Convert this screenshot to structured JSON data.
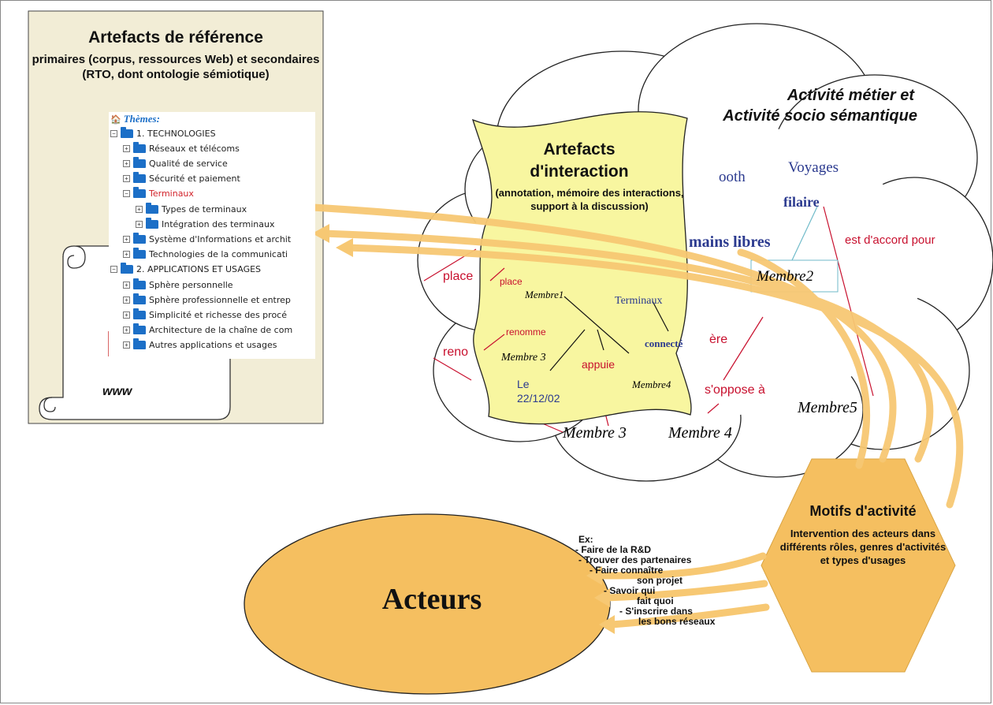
{
  "reference_artefacts": {
    "title": "Artefacts de référence",
    "subtitle": "primaires (corpus, ressources Web) et secondaires (RTO, dont ontologie sémiotique)",
    "www_label": "www",
    "tree": {
      "header": "Thèmes:",
      "items": [
        {
          "label": "1. TECHNOLOGIES",
          "toggle": "⊟",
          "level": 0,
          "color": "normal"
        },
        {
          "label": "Réseaux et télécoms",
          "toggle": "⊞",
          "level": 1,
          "color": "normal"
        },
        {
          "label": "Qualité de service",
          "toggle": "⊞",
          "level": 1,
          "color": "normal"
        },
        {
          "label": "Sécurité et paiement",
          "toggle": "⊞",
          "level": 1,
          "color": "normal"
        },
        {
          "label": "Terminaux",
          "toggle": "⊟",
          "level": 1,
          "color": "red"
        },
        {
          "label": "Types de terminaux",
          "toggle": "⊞",
          "level": 2,
          "color": "normal"
        },
        {
          "label": "Intégration des terminaux",
          "toggle": "⊞",
          "level": 2,
          "color": "normal"
        },
        {
          "label": "Système d'Informations et archit",
          "toggle": "⊞",
          "level": 1,
          "color": "normal"
        },
        {
          "label": "Technologies de la communicati",
          "toggle": "⊞",
          "level": 1,
          "color": "normal"
        },
        {
          "label": "2. APPLICATIONS ET USAGES",
          "toggle": "⊟",
          "level": 0,
          "color": "normal"
        },
        {
          "label": "Sphère personnelle",
          "toggle": "⊞",
          "level": 1,
          "color": "normal"
        },
        {
          "label": "Sphère professionnelle et entrep",
          "toggle": "⊞",
          "level": 1,
          "color": "normal"
        },
        {
          "label": "Simplicité et richesse des procé",
          "toggle": "⊞",
          "level": 1,
          "color": "normal"
        },
        {
          "label": "Architecture de la chaîne de com",
          "toggle": "⊞",
          "level": 1,
          "color": "normal"
        },
        {
          "label": "Autres applications et usages",
          "toggle": "⊞",
          "level": 1,
          "color": "normal"
        }
      ]
    }
  },
  "cloud": {
    "title_line1": "Activité métier et",
    "title_line2": "Activité socio sémantique",
    "words": {
      "bluetooth": "ooth",
      "voyages": "Voyages",
      "filaire": "filaire",
      "mains_libres": "mains libres",
      "est_accord": "est d'accord pour",
      "membre2": "Membre2",
      "place_big": "place",
      "reno": "reno",
      "ere": "ère",
      "s_oppose": "s'oppose à",
      "membre5": "Membre5",
      "membre3_bottom": "Membre 3",
      "membre4_bottom": "Membre 4"
    }
  },
  "interaction_artefacts": {
    "title": "Artefacts d'interaction",
    "subtitle": "(annotation, mémoire des interactions, support à la discussion)",
    "graph": {
      "place_small": "place",
      "membre1": "Membre1",
      "terminaux": "Terminaux",
      "renomme": "renomme",
      "membre3": "Membre 3",
      "appuie": "appuie",
      "connecte": "connecté",
      "date": "Le 22/12/02",
      "membre4": "Membre4"
    }
  },
  "motifs": {
    "title": "Motifs d'activité",
    "text": "Intervention des acteurs dans différents rôles, genres d'activités et types d'usages"
  },
  "actors": {
    "label": "Acteurs",
    "examples": [
      "Ex:",
      "- Faire de la R&D",
      "- Trouver des partenaires",
      "- Faire connaître",
      "son projet",
      "- Savoir qui",
      "fait quoi",
      "- S'inscrire dans",
      "les bons  réseaux"
    ]
  },
  "colors": {
    "panel_bg": "#f2edd6",
    "scroll_yellow": "#f8f6a0",
    "orange": "#f5bf60",
    "arrow": "#f7c873",
    "blue_text": "#2b3a8f",
    "red_text": "#c8102e"
  }
}
